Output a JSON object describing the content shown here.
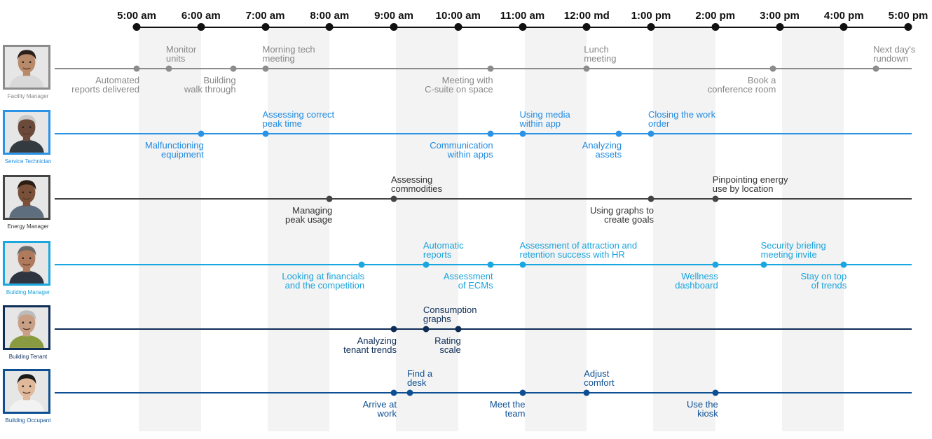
{
  "hours": [
    "5:00 am",
    "6:00 am",
    "7:00 am",
    "8:00 am",
    "9:00 am",
    "10:00 am",
    "11:00 am",
    "12:00 md",
    "1:00 pm",
    "2:00 pm",
    "3:00 pm",
    "4:00 pm",
    "5:00 pm"
  ],
  "tracks": [
    {
      "role": "Facility Manager",
      "color": "#8c8c8c",
      "label_color": "#888888",
      "avatar_skin": "#b98a6a",
      "avatar_hair": "#2a1f1a",
      "avatar_shirt": "#d9d9d9",
      "events": [
        {
          "time": 5.0,
          "label": "Automated\nreports delivered",
          "pos": "below",
          "align": "right"
        },
        {
          "time": 5.5,
          "label": "Monitor\nunits",
          "pos": "above",
          "align": "left"
        },
        {
          "time": 6.5,
          "label": "Building\nwalk through",
          "pos": "below",
          "align": "right"
        },
        {
          "time": 7.0,
          "label": "Morning tech\nmeeting",
          "pos": "above",
          "align": "left"
        },
        {
          "time": 10.5,
          "label": "Meeting with\nC-suite on space",
          "pos": "below",
          "align": "right"
        },
        {
          "time": 12.0,
          "label": "Lunch\nmeeting",
          "pos": "above",
          "align": "left"
        },
        {
          "time": 14.9,
          "label": "Book a\nconference room",
          "pos": "below",
          "align": "right"
        },
        {
          "time": 16.5,
          "label": "Next day's\nrundown",
          "pos": "above",
          "align": "left"
        }
      ]
    },
    {
      "role": "Service Technician",
      "color": "#2b93e6",
      "label_color": "#1f8be3",
      "avatar_skin": "#6b4a3a",
      "avatar_hair": "#c9c9c9",
      "avatar_shirt": "#333a40",
      "events": [
        {
          "time": 6.0,
          "label": "Malfunctioning\nequipment",
          "pos": "below",
          "align": "right"
        },
        {
          "time": 7.0,
          "label": "Assessing correct\npeak time",
          "pos": "above",
          "align": "left"
        },
        {
          "time": 10.5,
          "label": "Communication\nwithin apps",
          "pos": "below",
          "align": "right"
        },
        {
          "time": 11.0,
          "label": "Using media\nwithin app",
          "pos": "above",
          "align": "left"
        },
        {
          "time": 12.5,
          "label": "Analyzing\nassets",
          "pos": "below",
          "align": "right"
        },
        {
          "time": 13.0,
          "label": "Closing the work\norder",
          "pos": "above",
          "align": "left"
        }
      ]
    },
    {
      "role": "Energy Manager",
      "color": "#444444",
      "label_color": "#333333",
      "avatar_skin": "#7a5038",
      "avatar_hair": "#2b1c14",
      "avatar_shirt": "#5e6e7e",
      "events": [
        {
          "time": 8.0,
          "label": "Managing\npeak usage",
          "pos": "below",
          "align": "right"
        },
        {
          "time": 9.0,
          "label": "Assessing\ncommodities",
          "pos": "above",
          "align": "left"
        },
        {
          "time": 13.0,
          "label": "Using graphs to\ncreate goals",
          "pos": "below",
          "align": "right"
        },
        {
          "time": 14.0,
          "label": "Pinpointing energy\nuse by location",
          "pos": "above",
          "align": "left"
        }
      ]
    },
    {
      "role": "Building Manager",
      "color": "#1aa7e0",
      "label_color": "#19a3dc",
      "avatar_skin": "#b07a5c",
      "avatar_hair": "#6a6a6a",
      "avatar_shirt": "#2e3440",
      "events": [
        {
          "time": 8.5,
          "label": "Looking at financials\nand the competition",
          "pos": "below",
          "align": "right"
        },
        {
          "time": 9.5,
          "label": "Automatic\nreports",
          "pos": "above",
          "align": "left"
        },
        {
          "time": 10.5,
          "label": "Assessment\nof ECMs",
          "pos": "below",
          "align": "right"
        },
        {
          "time": 11.0,
          "label": "Assessment of attraction and\nretention success with HR",
          "pos": "above",
          "align": "left"
        },
        {
          "time": 14.0,
          "label": "Wellness\ndashboard",
          "pos": "below",
          "align": "right"
        },
        {
          "time": 14.75,
          "label": "Security briefing\nmeeting invite",
          "pos": "above",
          "align": "left"
        },
        {
          "time": 16.0,
          "label": "Stay on top\nof trends",
          "pos": "below",
          "align": "right"
        }
      ]
    },
    {
      "role": "Building Tenant",
      "color": "#0e2d57",
      "label_color": "#0e2d57",
      "avatar_skin": "#c9a086",
      "avatar_hair": "#bcbcbc",
      "avatar_shirt": "#8a9a40",
      "events": [
        {
          "time": 9.0,
          "label": "Analyzing\ntenant trends",
          "pos": "below",
          "align": "right"
        },
        {
          "time": 9.5,
          "label": "Consumption\ngraphs",
          "pos": "above",
          "align": "left"
        },
        {
          "time": 10.0,
          "label": "Rating\nscale",
          "pos": "below",
          "align": "right"
        }
      ]
    },
    {
      "role": "Building Occupant",
      "color": "#0d4f92",
      "label_color": "#0d4f92",
      "avatar_skin": "#e0b89a",
      "avatar_hair": "#1a1a1a",
      "avatar_shirt": "#f2f2f2",
      "events": [
        {
          "time": 9.0,
          "label": "Arrive at\nwork",
          "pos": "below",
          "align": "right"
        },
        {
          "time": 9.25,
          "label": "Find a\ndesk",
          "pos": "above",
          "align": "left"
        },
        {
          "time": 11.0,
          "label": "Meet the\nteam",
          "pos": "below",
          "align": "right"
        },
        {
          "time": 12.0,
          "label": "Adjust\ncomfort",
          "pos": "above",
          "align": "left"
        },
        {
          "time": 14.0,
          "label": "Use the\nkiosk",
          "pos": "below",
          "align": "right"
        }
      ]
    }
  ]
}
